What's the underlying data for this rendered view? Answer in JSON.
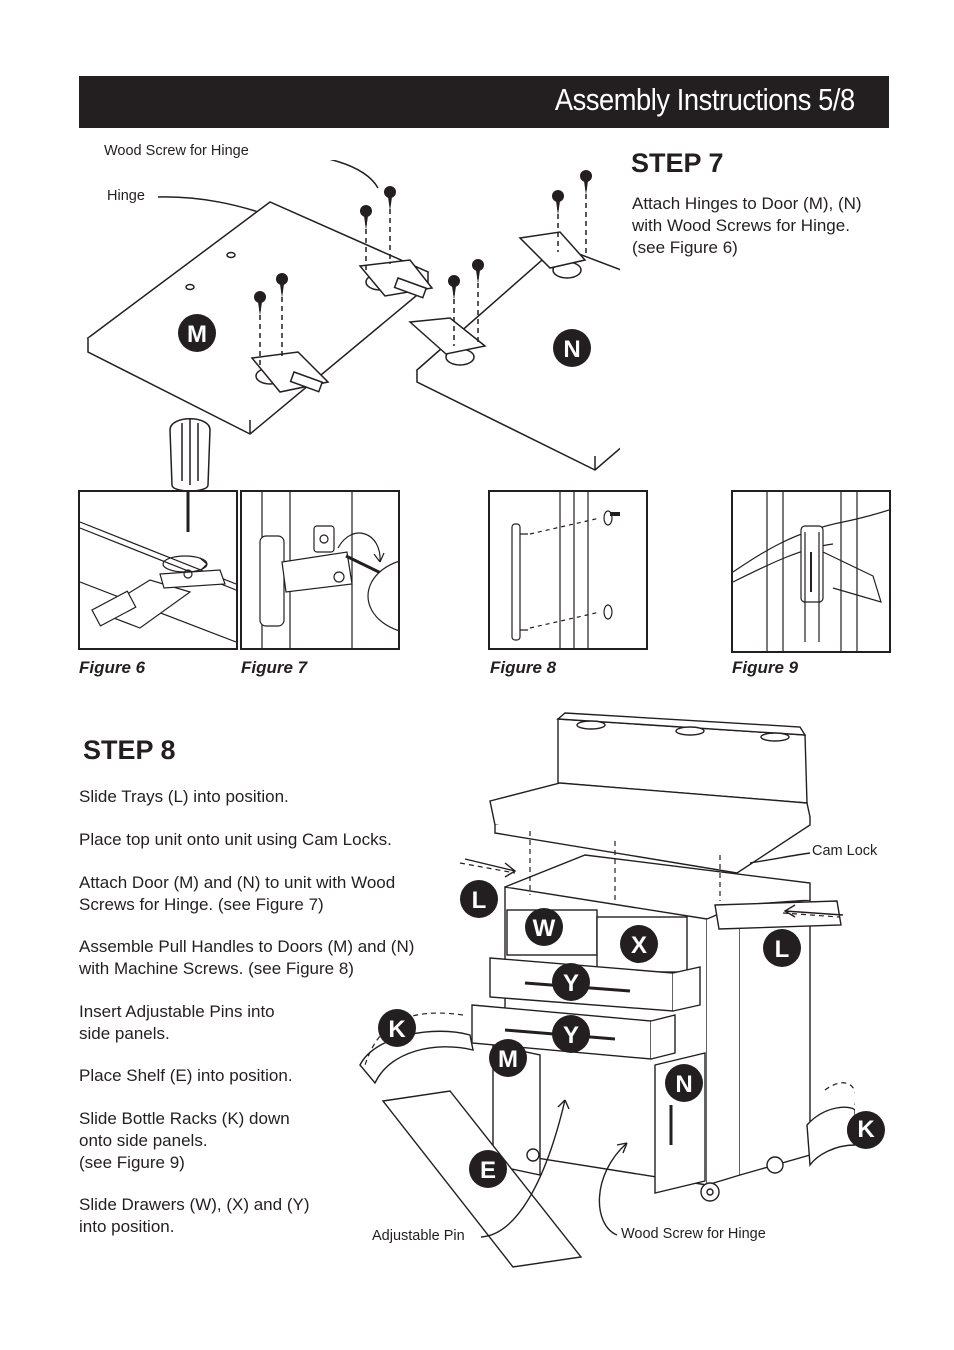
{
  "header": {
    "title": "Assembly Instructions 5/8"
  },
  "step7": {
    "heading": "STEP 7",
    "instruction": "Attach Hinges to Door (M), (N)\nwith Wood Screws for Hinge.\n(see Figure 6)",
    "callouts": {
      "wood_screw": "Wood Screw for Hinge",
      "hinge": "Hinge"
    },
    "part_labels": {
      "door_m": "M",
      "door_n": "N"
    }
  },
  "figures": [
    {
      "caption": "Figure 6"
    },
    {
      "caption": "Figure 7"
    },
    {
      "caption": "Figure 8"
    },
    {
      "caption": "Figure 9"
    }
  ],
  "step8": {
    "heading": "STEP 8",
    "instructions": [
      "Slide Trays (L) into position.",
      "Place top unit onto unit using Cam Locks.",
      "Attach Door (M) and (N) to unit with Wood\nScrews for Hinge. (see Figure 7)",
      "Assemble Pull Handles to Doors (M) and (N)\nwith Machine Screws. (see Figure 8)",
      "Insert Adjustable Pins into\nside panels.",
      "Place Shelf (E) into position.",
      "Slide Bottle Racks (K) down\nonto side panels.\n(see Figure 9)",
      "Slide Drawers (W), (X) and (Y)\ninto position."
    ],
    "callouts": {
      "cam_lock": "Cam Lock",
      "adjustable_pin": "Adjustable Pin",
      "wood_screw": "Wood Screw for Hinge"
    },
    "part_labels": {
      "tray_left": "L",
      "tray_right": "L",
      "drawer_w": "W",
      "drawer_x": "X",
      "drawer_y1": "Y",
      "drawer_y2": "Y",
      "rack_left": "K",
      "rack_right": "K",
      "door_m": "M",
      "door_n": "N",
      "shelf_e": "E"
    }
  },
  "colors": {
    "ink": "#231f20",
    "paper": "#ffffff",
    "header_bg": "#231f20",
    "header_text": "#ffffff"
  },
  "icons": [
    "screwdriver-icon",
    "wood-screw-icon",
    "hinge-icon",
    "rotation-arrow-icon",
    "pull-handle-icon"
  ]
}
